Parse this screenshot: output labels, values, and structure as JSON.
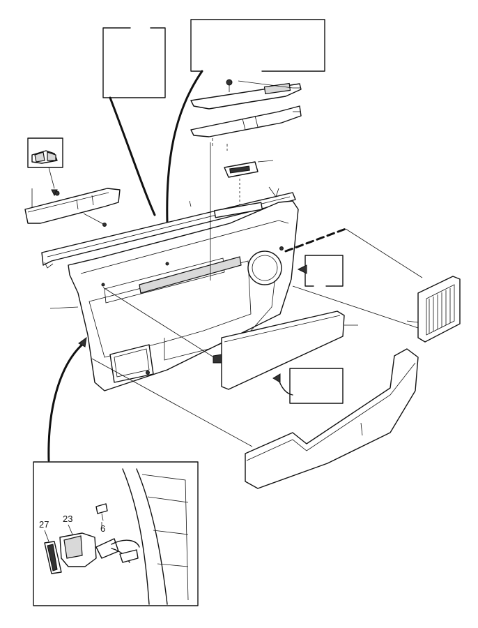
{
  "detail_inset": {
    "labels": [
      {
        "id": "label-27",
        "text": "27"
      },
      {
        "id": "label-23",
        "text": "23"
      },
      {
        "id": "label-6",
        "text": "6"
      }
    ]
  },
  "colors": {
    "ink": "#111111",
    "paper": "#ffffff",
    "shade": "#d9d9d9"
  }
}
